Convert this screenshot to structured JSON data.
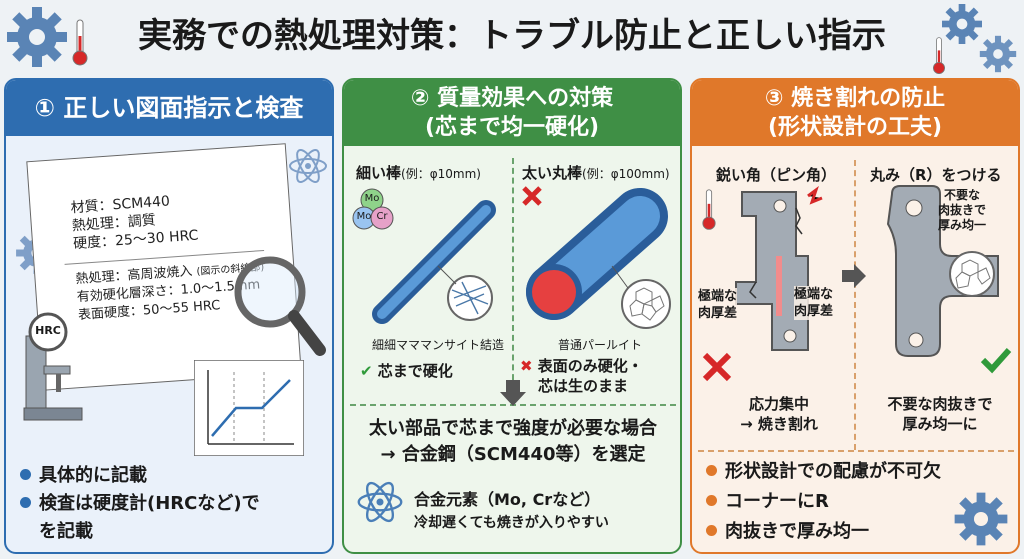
{
  "title": "実務での熱処理対策：トラブル防止と正しい指示",
  "panel1": {
    "header": "① 正しい図面指示と検査",
    "sheet": {
      "material": "材質：SCM440",
      "heat_treatment": "熱処理：調質",
      "hardness": "硬度：25〜30 HRC",
      "process": "熱処理：高周波焼入",
      "process_note": "(図示の斜線部)",
      "depth": "有効硬化層深さ：1.0〜1.5mm",
      "surface_hardness": "表面硬度：50〜55 HRC"
    },
    "tester_label": "HRC",
    "bullets": [
      "具体的に記載",
      "検査は硬度計(HRCなど)で",
      "を記載"
    ]
  },
  "panel2": {
    "header_line1": "② 質量効果への対策",
    "header_line2": "(芯まで均一硬化)",
    "left_title": "細い棒",
    "left_note": "(例：φ10mm)",
    "right_title": "太い丸棒",
    "right_note": "(例：φ100mm)",
    "elements": [
      "Mo",
      "Mo",
      "Cr"
    ],
    "left_structure": "細細マママンサイト結造",
    "right_structure": "普通パールイト",
    "left_result": "芯まで硬化",
    "right_result_line1": "表面のみ硬化・",
    "right_result_line2": "芯は生のまま",
    "conclusion_line1": "太い部品で芯まで強度が必要な場合",
    "conclusion_line2": "→ 合金鋼（SCM440等）を選定",
    "alloy_line1": "合金元素（Mo, Crなど）",
    "alloy_line2": "冷却遅くても焼きが入りやすい"
  },
  "panel3": {
    "header_line1": "③ 焼き割れの防止",
    "header_line2": "(形状設計の工夫)",
    "left_title": "鋭い角（ピン角）",
    "right_title": "丸み（R）をつける",
    "label_a": [
      "極端な",
      "肉厚差"
    ],
    "label_b": [
      "極端な",
      "肉厚差"
    ],
    "label_c": [
      "不要な",
      "肉抜きで",
      "厚み均一"
    ],
    "left_result": [
      "応力集中",
      "→ 焼き割れ"
    ],
    "right_result": [
      "不要な肉抜きで",
      "厚み均一に"
    ],
    "bullets": [
      "形状設計での配慮が不可欠",
      "コーナーにR",
      "肉抜きで厚み均一"
    ]
  },
  "colors": {
    "blue": "#2e6db0",
    "green": "#3f8f45",
    "orange": "#e0782a",
    "red": "#d62828"
  }
}
